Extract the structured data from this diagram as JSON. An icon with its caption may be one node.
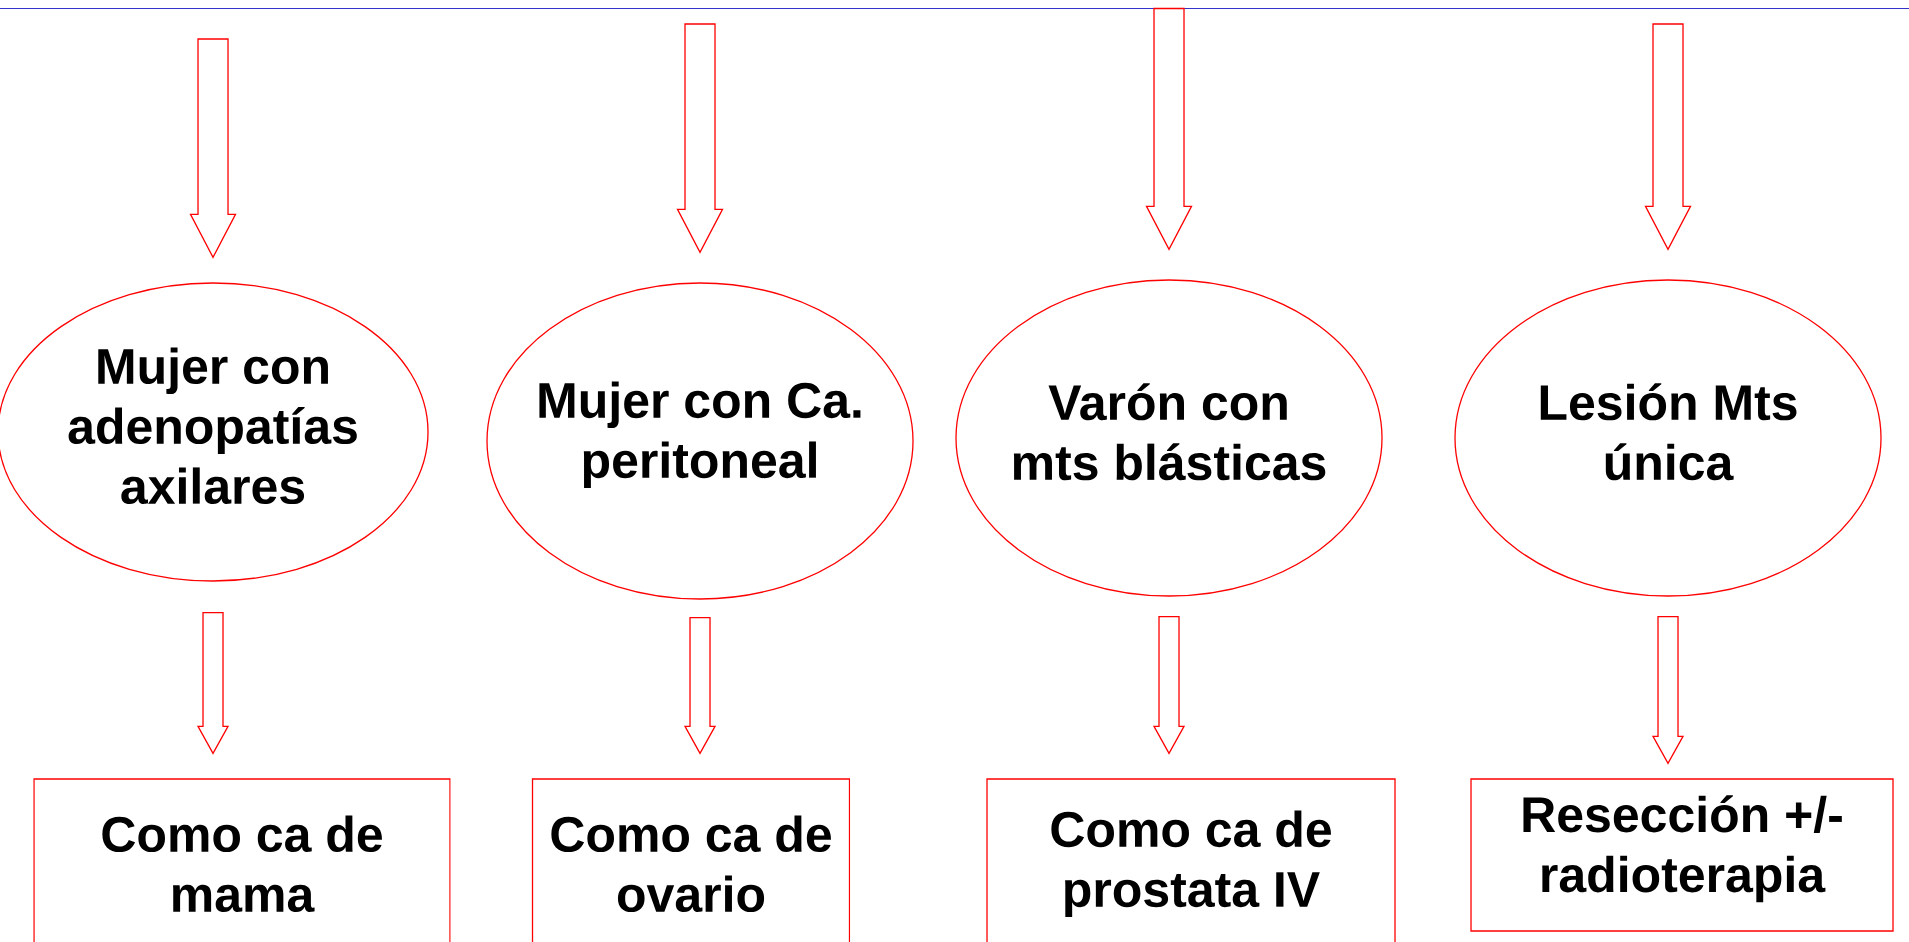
{
  "diagram": {
    "nodes": [
      {
        "text": [
          "Mujer con adenopatías axilares"
        ]
      },
      {
        "text": [
          "Mujer con Ca. peritoneal"
        ]
      },
      {
        "text": [
          "Varón con mts blásticas"
        ]
      },
      {
        "text": [
          "Lesión Mts única"
        ]
      },
      {
        "text": [
          "Como ca de mama"
        ]
      },
      {
        "text": [
          "Como ca de ovario"
        ]
      },
      {
        "text": [
          "Como ca de prostata IV"
        ]
      },
      {
        "text": [
          "Resección +/- radioterapia"
        ]
      }
    ],
    "edges": [
      {
        "from": null,
        "to": 0,
        "arrow": "to"
      },
      {
        "from": null,
        "to": 1,
        "arrow": "to"
      },
      {
        "from": null,
        "to": 2,
        "arrow": "to"
      },
      {
        "from": null,
        "to": 3,
        "arrow": "to"
      },
      {
        "from": 0,
        "to": 4,
        "arrow": "to"
      },
      {
        "from": 1,
        "to": 5,
        "arrow": "to"
      },
      {
        "from": 2,
        "to": 6,
        "arrow": "to"
      },
      {
        "from": 3,
        "to": 7,
        "arrow": "to"
      }
    ]
  }
}
